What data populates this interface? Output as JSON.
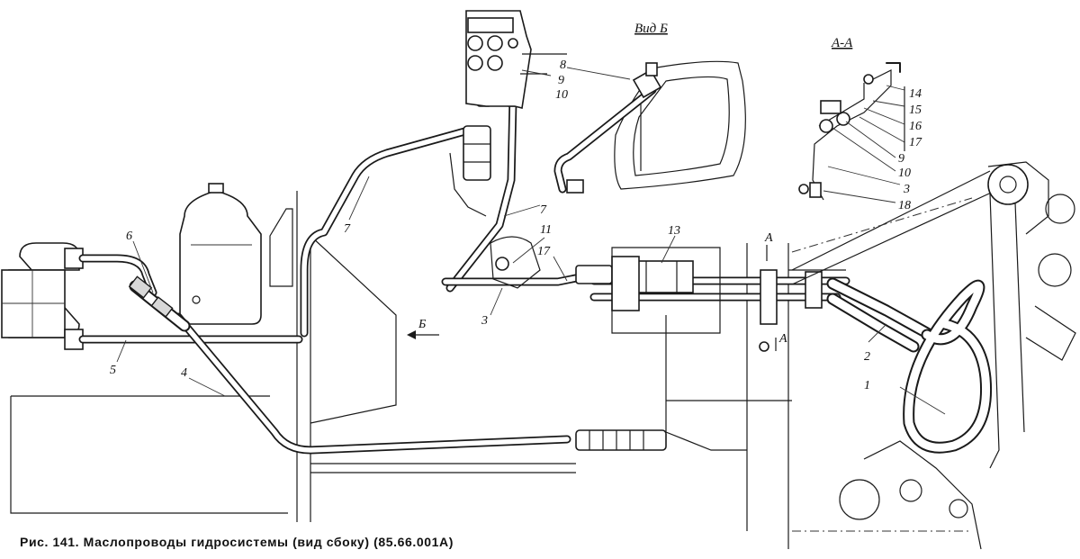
{
  "figure": {
    "caption": "Рис. 141. Маслопроводы гидросистемы (вид сбоку) (85.66.001А)"
  },
  "view_titles": {
    "view_b": "Вид Б",
    "section_aa": "А-А"
  },
  "marks": {
    "section_a_top": "А",
    "section_a_bottom": "А",
    "arrow_b": "Б"
  },
  "callouts": {
    "n1": "1",
    "n2": "2",
    "n3": "3",
    "n4": "4",
    "n5": "5",
    "n6": "6",
    "n7a": "7",
    "n7b": "7",
    "n8": "8",
    "n9": "9",
    "n10": "10",
    "n11": "11",
    "n13": "13",
    "n17": "17",
    "sec14": "14",
    "sec15": "15",
    "sec16": "16",
    "sec17": "17",
    "sec9": "9",
    "sec10": "10",
    "sec3": "3",
    "sec18": "18"
  }
}
